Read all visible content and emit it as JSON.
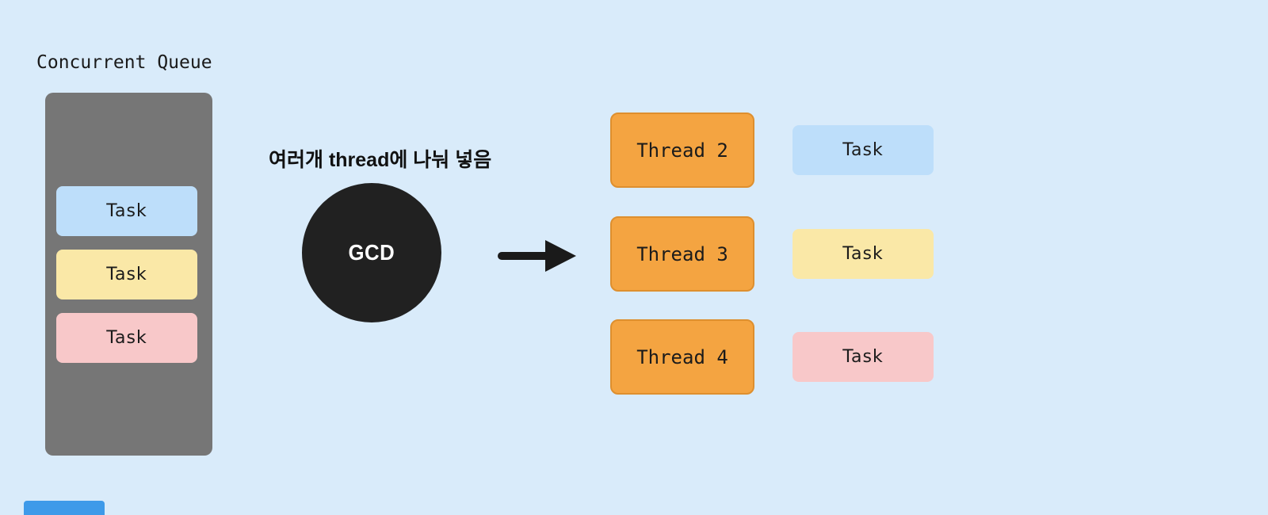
{
  "background_color": "#d9ebfa",
  "text_color": "#1a1a1a",
  "queue": {
    "title": "Concurrent Queue",
    "container_color": "#767676",
    "tasks": [
      {
        "label": "Task",
        "color": "#bddefa"
      },
      {
        "label": "Task",
        "color": "#fae8a7"
      },
      {
        "label": "Task",
        "color": "#f8c8c9"
      }
    ]
  },
  "annotation": "여러개 thread에 나눠 넣음",
  "gcd": {
    "label": "GCD",
    "circle_color": "#212121",
    "text_color": "#ffffff"
  },
  "arrow_color": "#1a1a1a",
  "thread_style": {
    "fill": "#f4a441",
    "border": "#de8f2e"
  },
  "threads": [
    {
      "label": "Thread 2"
    },
    {
      "label": "Thread 3"
    },
    {
      "label": "Thread 4"
    }
  ],
  "assigned_tasks": [
    {
      "label": "Task",
      "color": "#bddefa"
    },
    {
      "label": "Task",
      "color": "#fae8a7"
    },
    {
      "label": "Task",
      "color": "#f8c8c9"
    }
  ],
  "partial_rectangle_color": "#3e9ae9"
}
